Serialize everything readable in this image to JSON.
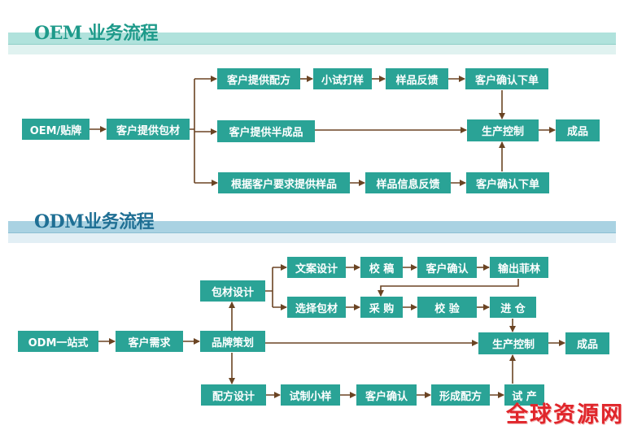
{
  "oem": {
    "title": "OEM 业务流程",
    "accent_color": "#1e9a8a",
    "nodes": {
      "start": "OEM/贴牌",
      "packaging": "客户提供包材",
      "formula": "客户提供配方",
      "trial": "小试打样",
      "feedback": "样品反馈",
      "confirm_top": "客户确认下单",
      "semi": "客户提供半成品",
      "production": "生产控制",
      "product": "成品",
      "sample_req": "根据客户要求提供样品",
      "sample_feedback": "样品信息反馈",
      "confirm_bottom": "客户确认下单"
    }
  },
  "odm": {
    "title": "ODM业务流程",
    "accent_color": "#1f6f94",
    "nodes": {
      "start": "ODM一站式",
      "demand": "客户需求",
      "brand": "品牌策划",
      "pkg_design": "包材设计",
      "copy_design": "文案设计",
      "proof": "校 稿",
      "confirm1": "客户确认",
      "film": "输出菲林",
      "choose_pkg": "选择包材",
      "purchase": "采 购",
      "inspect": "校 验",
      "warehouse": "进 仓",
      "production": "生产控制",
      "product": "成品",
      "formula_design": "配方设计",
      "sample": "试制小样",
      "confirm2": "客户确认",
      "formula_final": "形成配方",
      "trial_production": "试 产"
    }
  },
  "colors": {
    "box": "#2aa396",
    "arrow": "#6b4423"
  },
  "watermark": "全球资源网"
}
